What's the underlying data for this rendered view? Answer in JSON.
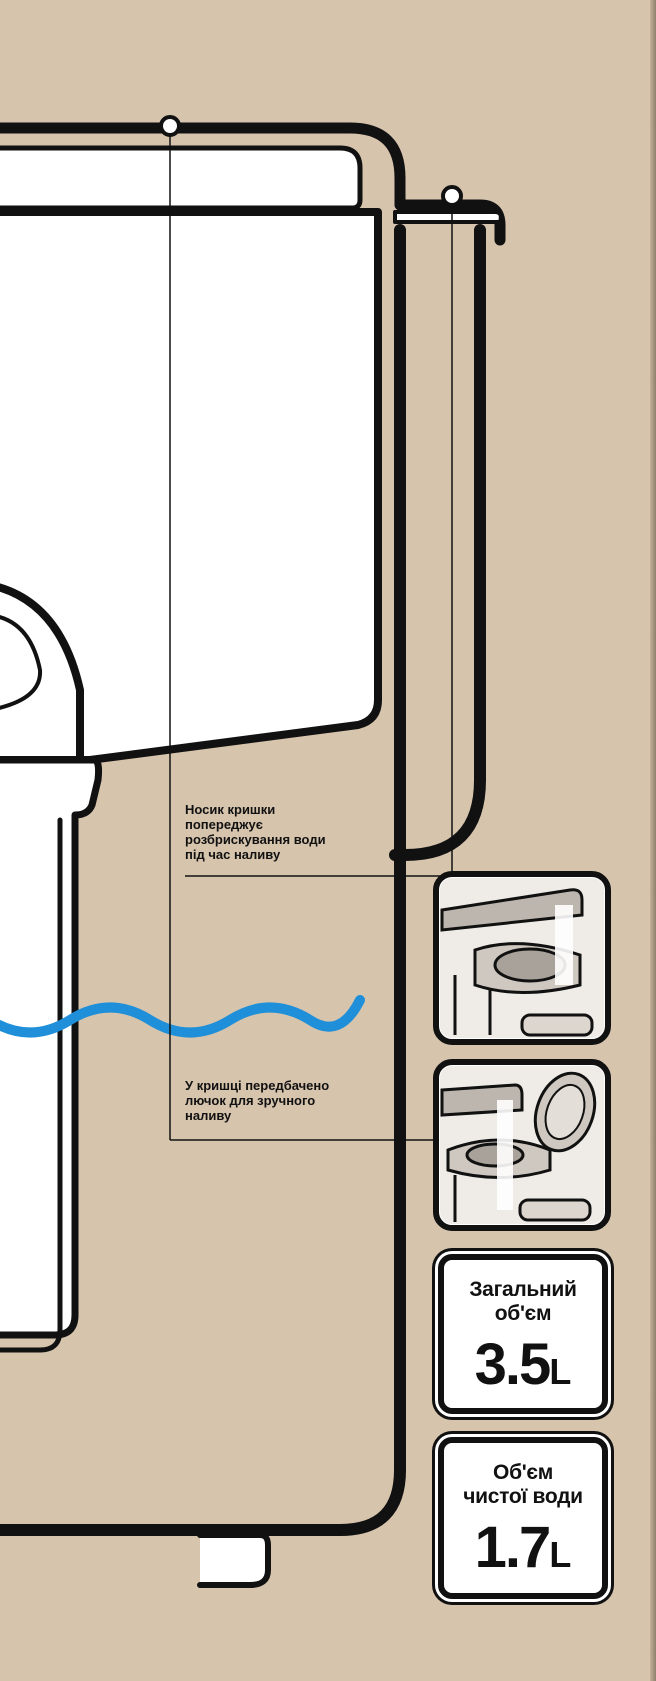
{
  "colors": {
    "background": "#d6c4ad",
    "outline": "#111111",
    "water_wave": "#1e8fd8",
    "panel": "#ffffff"
  },
  "callouts": [
    {
      "lines": [
        "Носик кришки",
        "попереджує",
        "розбрискування води",
        "під час наливу"
      ]
    },
    {
      "lines": [
        "У кришці передбачено",
        "лючок для зручного",
        "наливу"
      ]
    }
  ],
  "stats": [
    {
      "label_lines": [
        "Загальний",
        "об'єм"
      ],
      "value": "3.5",
      "unit": "L"
    },
    {
      "label_lines": [
        "Об'єм",
        "чистої води"
      ],
      "value": "1.7",
      "unit": "L"
    }
  ],
  "icons": {
    "spout_detail": "lid-spout-detail-icon",
    "hatch_detail": "lid-hatch-open-detail-icon"
  }
}
